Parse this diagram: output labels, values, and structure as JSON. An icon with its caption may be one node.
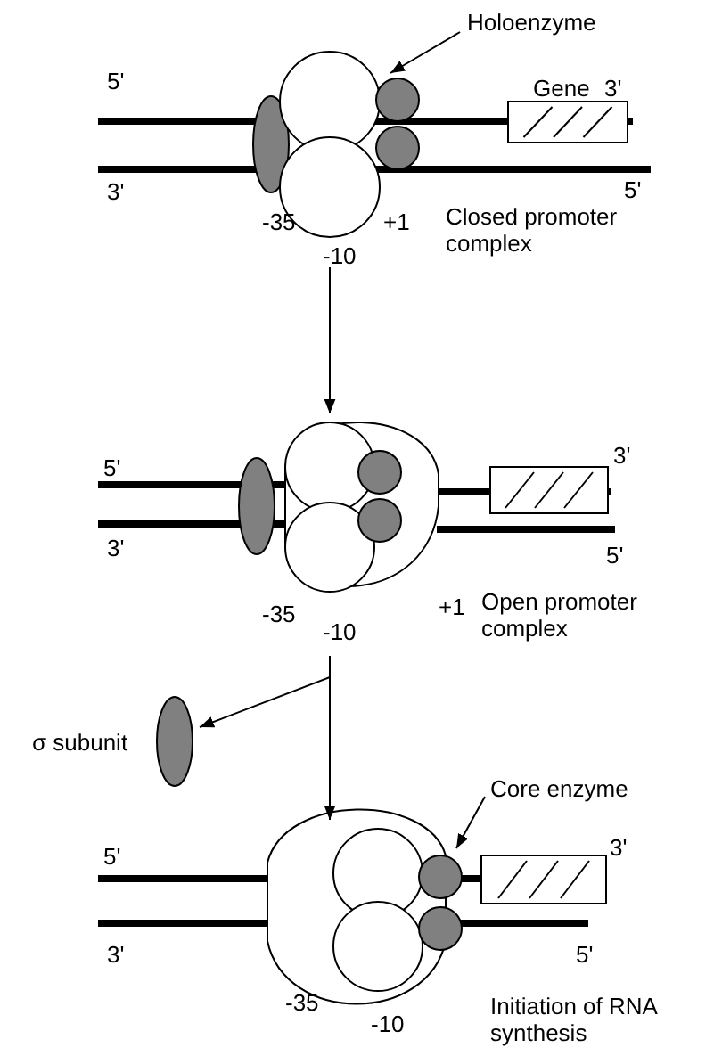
{
  "diagram": {
    "nodes": [
      {
        "text": [
          "Holoenzyme"
        ]
      },
      {
        "text": [
          "Closed promoter complex"
        ]
      },
      {
        "text": [
          "Open promoter complex"
        ]
      },
      {
        "text": [
          "σ subunit"
        ]
      },
      {
        "text": [
          "Initiation of RNA synthesis"
        ]
      },
      {
        "text": [
          "Core enzyme"
        ]
      }
    ],
    "edges": [
      {
        "from": 0,
        "to": 1,
        "arrow": "to"
      },
      {
        "from": 1,
        "to": 2,
        "arrow": "to"
      },
      {
        "from": 2,
        "to": 4,
        "arrow": "to"
      },
      {
        "from": 2,
        "to": 3,
        "arrow": "to"
      },
      {
        "from": 5,
        "to": 4,
        "arrow": "to"
      }
    ],
    "labels": [
      "5'",
      "Gene",
      "3'",
      "3'",
      "5'",
      "-35",
      "-10",
      "+1",
      "5'",
      "3'",
      "3'",
      "5'",
      "-35",
      "+1",
      "-10",
      "5'",
      "3'",
      "3'",
      "5'",
      "-35",
      "-10"
    ]
  }
}
